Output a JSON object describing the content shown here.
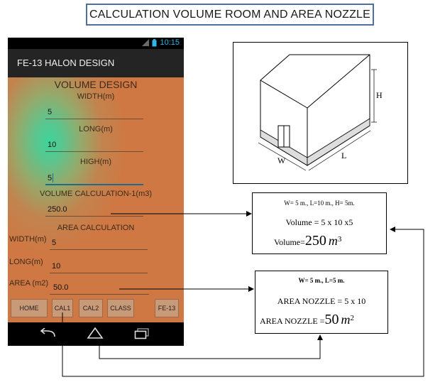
{
  "title": "CALCULATION VOLUME ROOM AND AREA NOZZLE",
  "phone": {
    "status_time": "10:15",
    "status_icons": [
      "signal-icon",
      "battery-icon"
    ],
    "app_title": "FE-13 HALON DESIGN",
    "volume_design": {
      "heading": "VOLUME DESIGN",
      "width_label": "WIDTH(m)",
      "width_value": "5",
      "long_label": "LONG(m)",
      "long_value": "10",
      "high_label": "HIGH(m)",
      "high_value": "5",
      "result_label": "VOLUME CALCULATION-1(m3)",
      "result_value": "250.0"
    },
    "area_calculation": {
      "heading": "AREA CALCULATION",
      "width_label": "WIDTH(m)",
      "width_value": "5",
      "long_label": "LONG(m)",
      "long_value": "10",
      "area_label": "AREA (m2)",
      "area_value": "50.0"
    },
    "buttons": [
      "HOME",
      "CAL1",
      "CAL2",
      "CLASS",
      "FE-13"
    ],
    "nav_icons": [
      "back-icon",
      "home-icon",
      "recent-apps-icon"
    ],
    "accent_color": "#2fb6e8"
  },
  "diagram": {
    "label_h": "H",
    "label_w": "W",
    "label_l": "L"
  },
  "volume_box": {
    "given": "W= 5 m., L=10 m., H= 5m.",
    "formula": "Volume = 5 x 10 x5",
    "result_prefix": "Volume=",
    "result_value": "250",
    "result_unit": "m",
    "result_exp": "3"
  },
  "area_box": {
    "given": "W= 5 m., L=5 m.",
    "formula": "AREA NOZZLE = 5 x 10",
    "result_prefix": "AREA NOZZLE =",
    "result_value": "50",
    "result_unit": "m",
    "result_exp": "2"
  }
}
